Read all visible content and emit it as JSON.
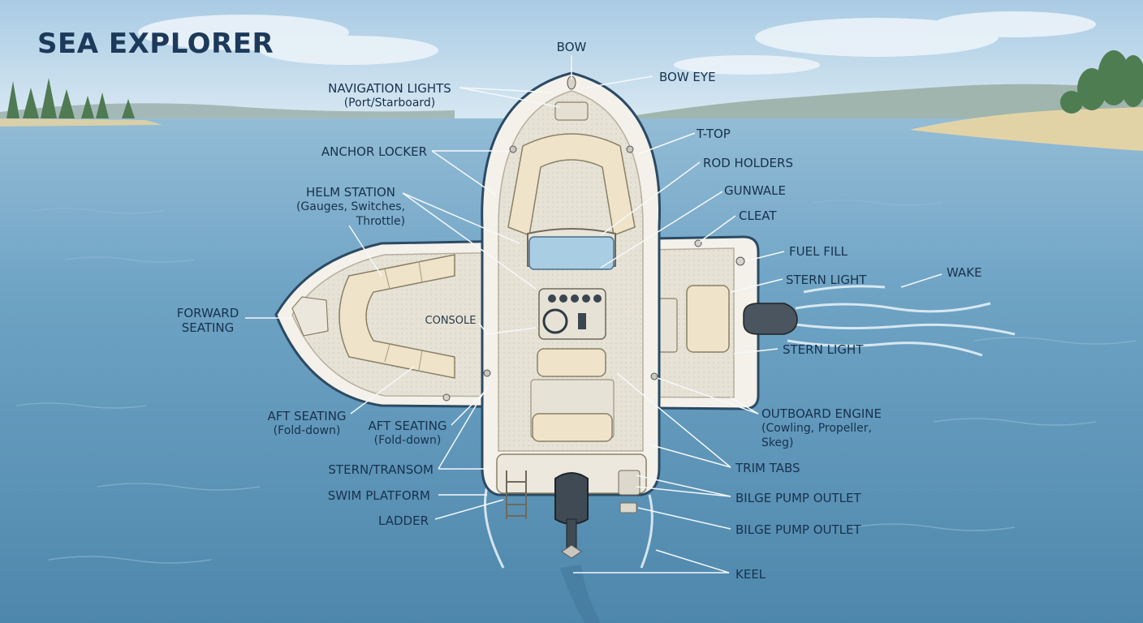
{
  "title": "SEA EXPLORER",
  "labels": {
    "bow": "BOW",
    "bow_eye": "BOW EYE",
    "nav_lights": "NAVIGATION LIGHTS",
    "nav_lights_sub": "(Port/Starboard)",
    "t_top": "T-TOP",
    "anchor_locker": "ANCHOR LOCKER",
    "rod_holders": "ROD HOLDERS",
    "helm_station": "HELM STATION",
    "helm_station_sub1": "(Gauges, Switches,",
    "helm_station_sub2": "Throttle)",
    "gunwale": "GUNWALE",
    "cleat": "CLEAT",
    "fuel_fill": "FUEL FILL",
    "wake": "WAKE",
    "stern_light_1": "STERN LIGHT",
    "forward_seating_1": "FORWARD",
    "forward_seating_2": "SEATING",
    "console": "CONSOLE",
    "stern_light_2": "STERN LIGHT",
    "aft_seating_1": "AFT SEATING",
    "aft_seating_1_sub": "(Fold-down)",
    "aft_seating_2": "AFT SEATING",
    "aft_seating_2_sub": "(Fold-down)",
    "outboard_engine": "OUTBOARD ENGINE",
    "outboard_engine_sub1": "(Cowling, Propeller,",
    "outboard_engine_sub2": "Skeg)",
    "stern_transom": "STERN/TRANSOM",
    "trim_tabs": "TRIM TABS",
    "swim_platform": "SWIM PLATFORM",
    "bilge_pump_1": "BILGE PUMP OUTLET",
    "ladder": "LADDER",
    "bilge_pump_2": "BILGE PUMP OUTLET",
    "keel": "KEEL"
  }
}
